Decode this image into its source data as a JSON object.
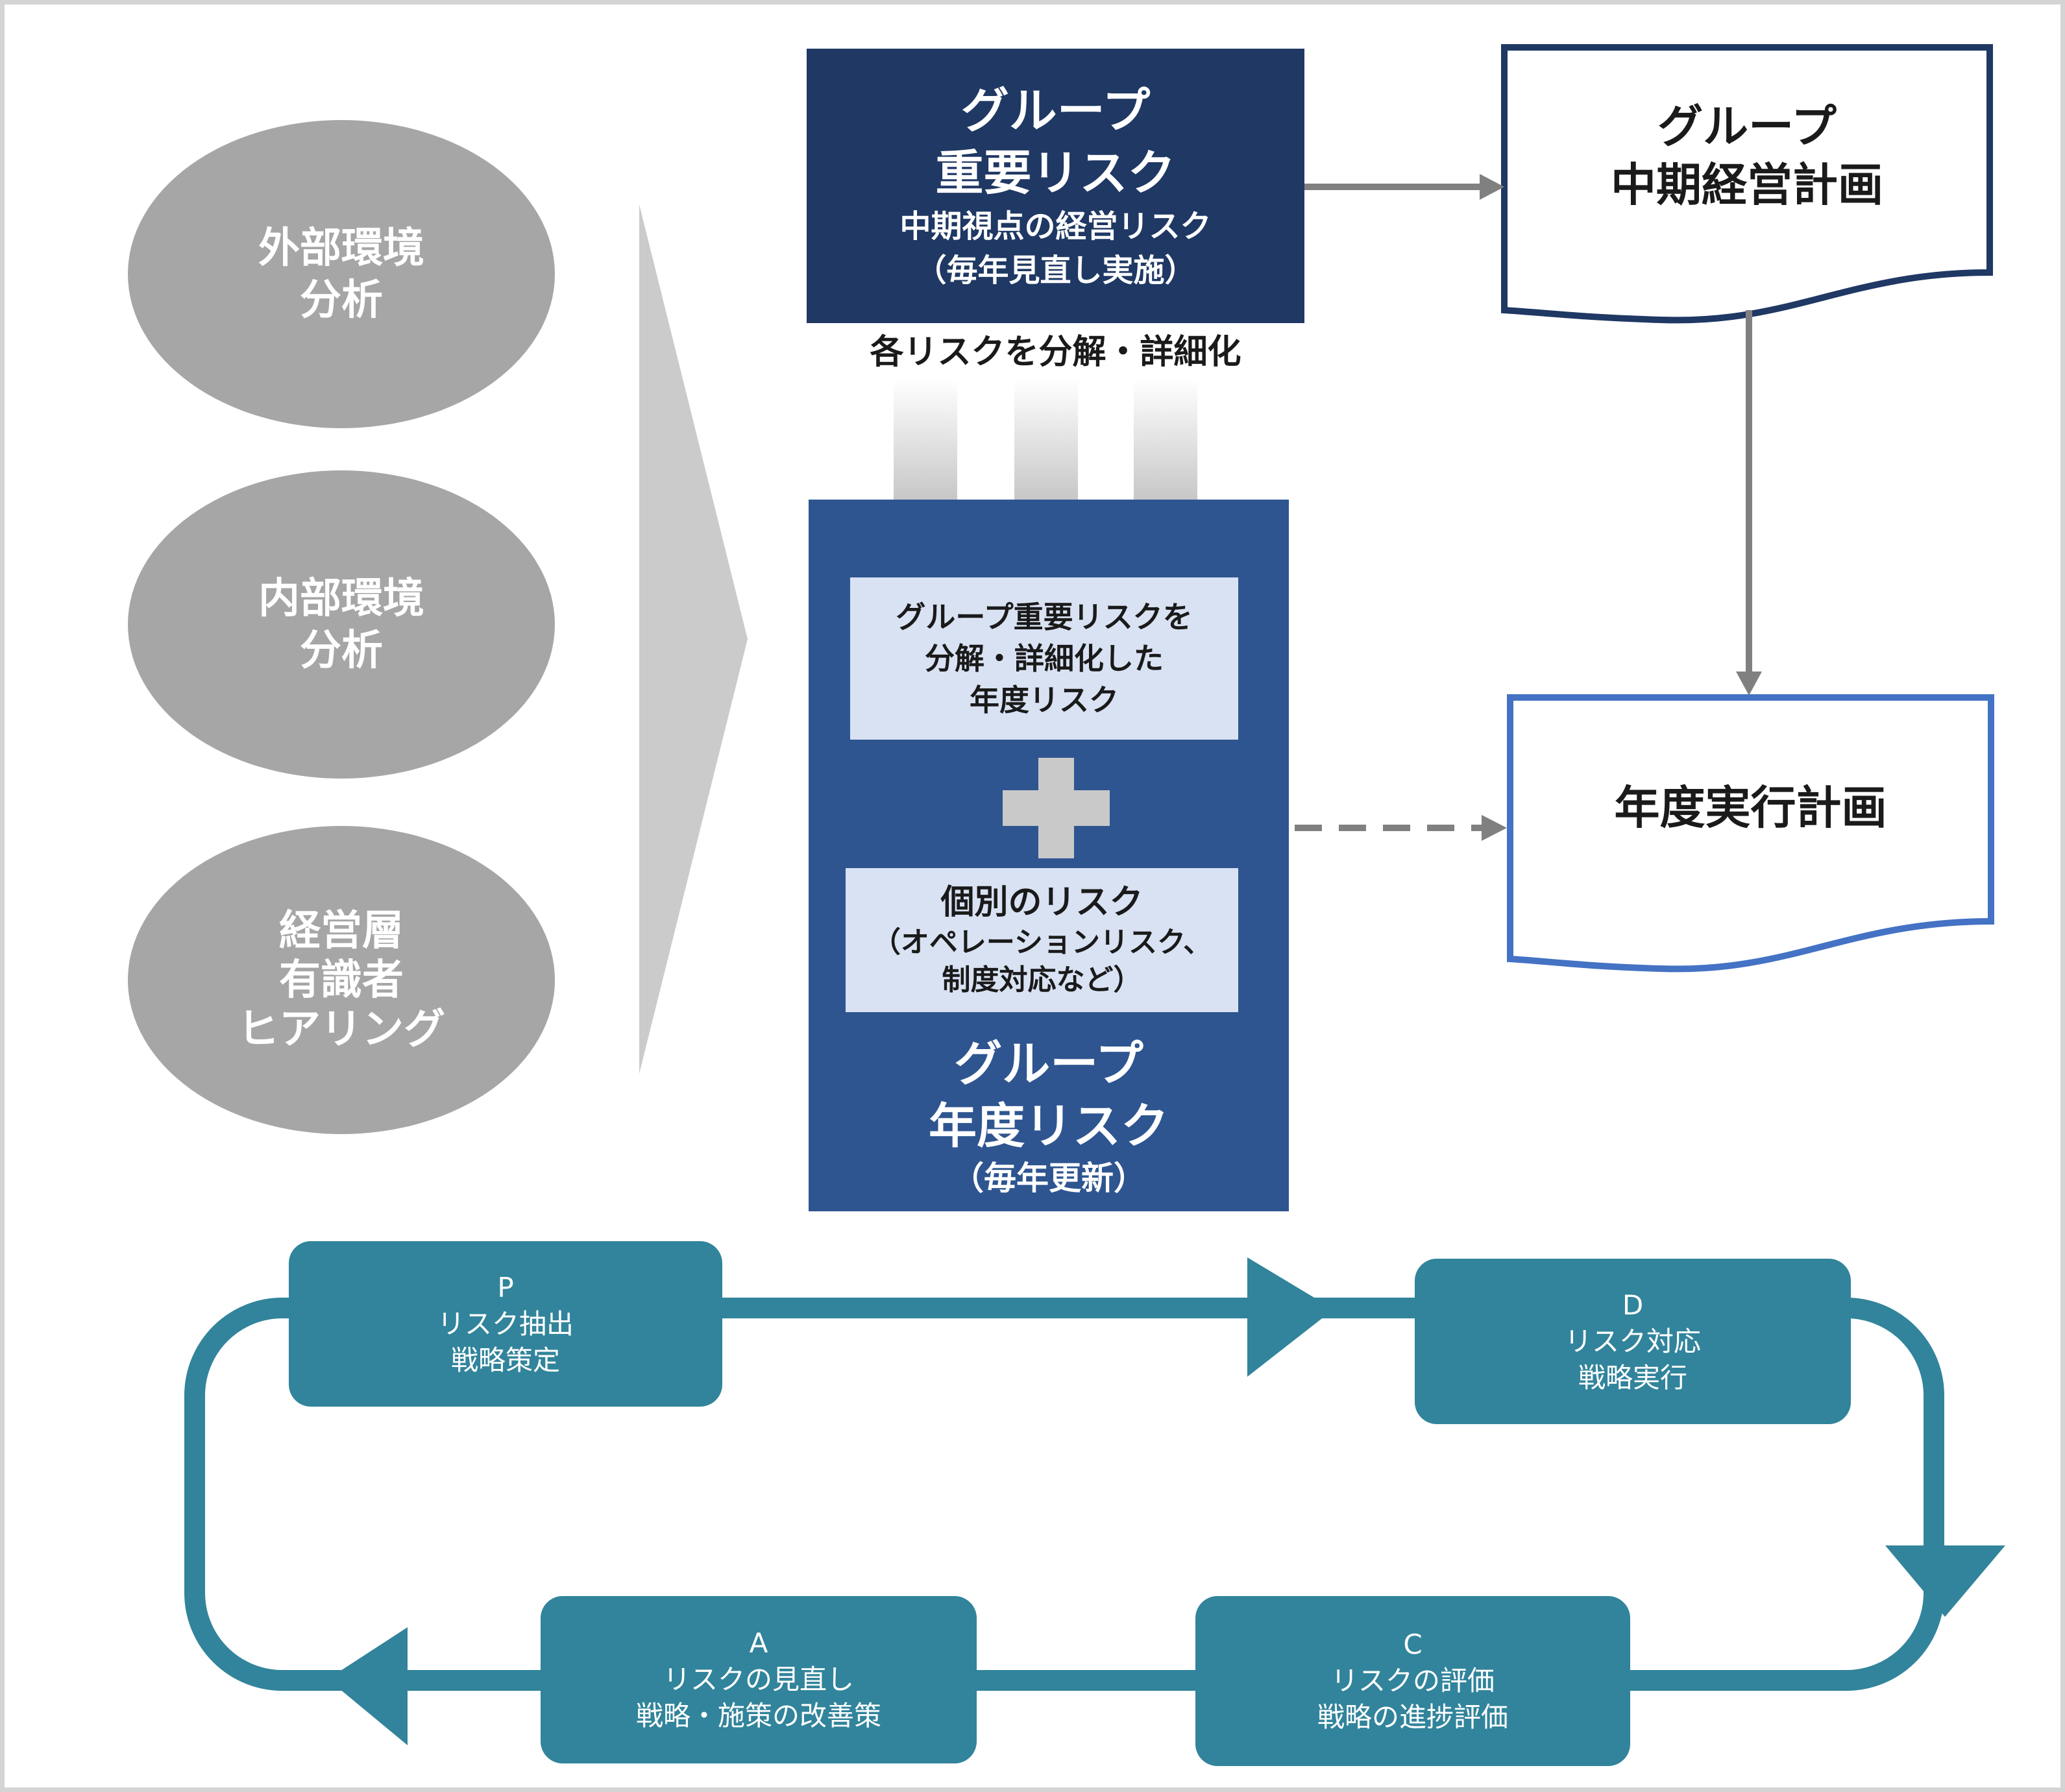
{
  "inputs": [
    {
      "lines": [
        "外部環境",
        "分析"
      ]
    },
    {
      "lines": [
        "内部環境",
        "分析"
      ]
    },
    {
      "lines": [
        "経営層",
        "有識者",
        "ヒアリング"
      ]
    }
  ],
  "group_key_risk": {
    "title_line1": "グループ",
    "title_line2": "重要リスク",
    "sub1": "中期視点の経営リスク",
    "sub2": "（毎年見直し実施）"
  },
  "decompose_label": "各リスクを分解・詳細化",
  "mid_term_plan": {
    "lines": [
      "グループ",
      "中期経営計画"
    ]
  },
  "annual_plan": {
    "lines": [
      "年度実行計画"
    ]
  },
  "group_annual_risk": {
    "box1_lines": [
      "グループ重要リスクを",
      "分解・詳細化した",
      "年度リスク"
    ],
    "box2_line1": "個別のリスク",
    "box2_line2": "（オペレーションリスク、",
    "box2_line3": "制度対応など）",
    "title_line1": "グループ",
    "title_line2": "年度リスク",
    "sub": "（毎年更新）"
  },
  "pdca": [
    {
      "letter": "P",
      "line1": "リスク抽出",
      "line2": "戦略策定"
    },
    {
      "letter": "D",
      "line1": "リスク対応",
      "line2": "戦略実行"
    },
    {
      "letter": "C",
      "line1": "リスクの評価",
      "line2": "戦略の進捗評価"
    },
    {
      "letter": "A",
      "line1": "リスクの見直し",
      "line2": "戦略・施策の改善策"
    }
  ],
  "colors": {
    "navy": "#1f3864",
    "blue": "#2e5590",
    "light_blue": "#d9e2f3",
    "teal": "#31849b",
    "gray_ellipse": "#a6a6a6",
    "arrow_gray": "#808080",
    "doc_border_navy": "#1f3864",
    "doc_border_blue": "#4472c4"
  }
}
